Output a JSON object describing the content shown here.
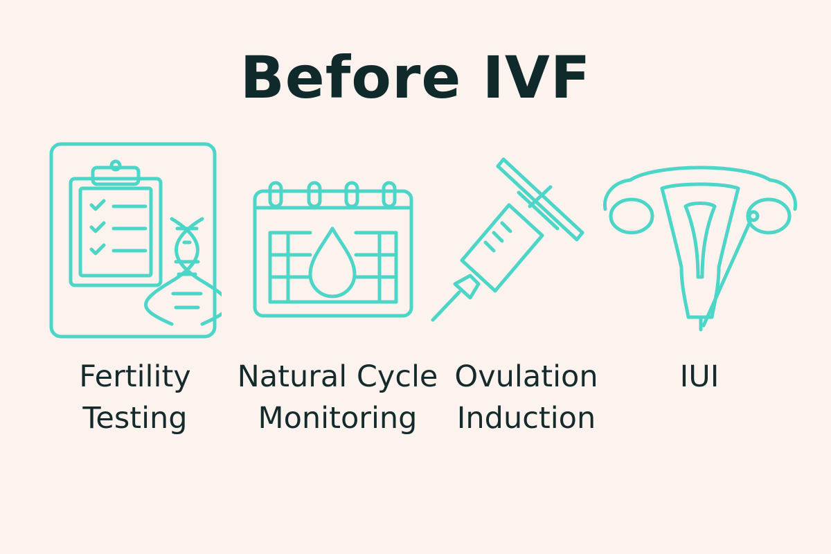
{
  "title": "Before IVF",
  "accent_color": "#4dd6c7",
  "background_color": "#fcf2ee",
  "text_color": "#102a2c",
  "steps": [
    {
      "icon": "clipboard-dna-icon",
      "line1": "Fertility",
      "line2": "Testing"
    },
    {
      "icon": "calendar-drop-icon",
      "line1": "Natural Cycle",
      "line2": "Monitoring"
    },
    {
      "icon": "syringe-icon",
      "line1": "Ovulation",
      "line2": "Induction"
    },
    {
      "icon": "uterus-catheter-icon",
      "line1": "IUI",
      "line2": ""
    }
  ]
}
